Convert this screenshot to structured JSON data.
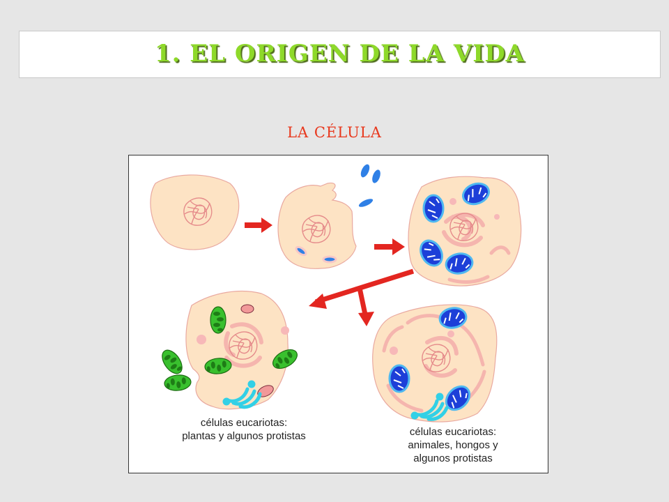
{
  "slide": {
    "title": "1. EL ORIGEN DE LA VIDA",
    "subtitle": "LA CÉLULA"
  },
  "figure": {
    "caption_left": {
      "line1": "células eucariotas:",
      "line2": "plantas y algunos protistas"
    },
    "caption_right": {
      "line1": "células eucariotas:",
      "line2": "animales, hongos y",
      "line3": "algunos protistas"
    }
  },
  "colors": {
    "background": "#e6e6e6",
    "title": "#8ed92a",
    "subtitle": "#e8381d",
    "cell_fill": "#fde3c4",
    "cell_stroke": "#e9a9a0",
    "arrow": "#e32620",
    "mitochondria": "#1d3fd8",
    "chloroplast": "#2fb52a",
    "golgi": "#32d0e6"
  }
}
